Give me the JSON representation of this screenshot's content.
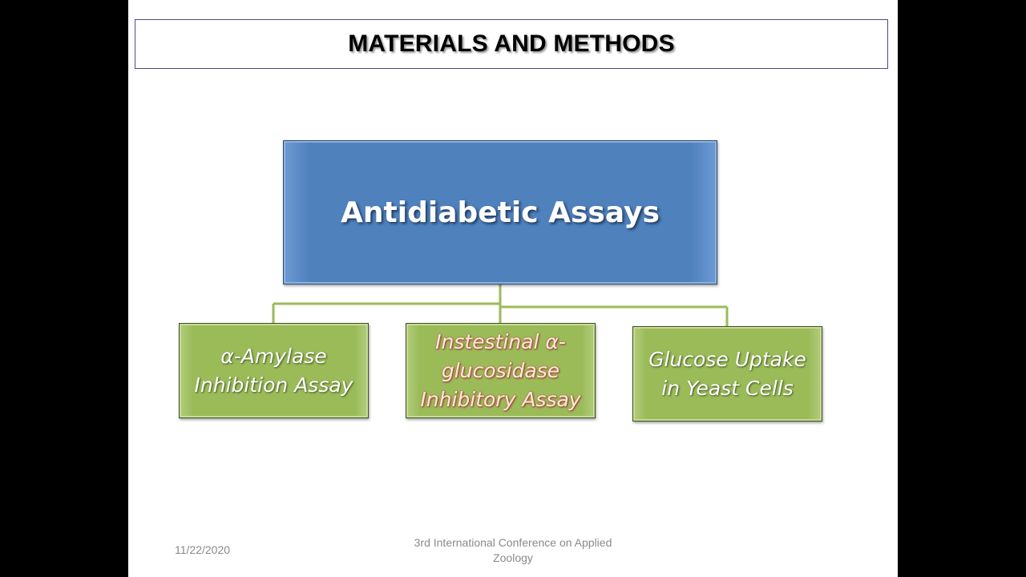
{
  "slide": {
    "title": "MATERIALS AND METHODS",
    "diagram": {
      "root": "Antidiabetic Assays",
      "children": [
        "α-Amylase Inhibition Assay",
        "Instestinal α-glucosidase Inhibitory Assay",
        "Glucose Uptake in Yeast Cells"
      ]
    },
    "footer": {
      "date": "11/22/2020",
      "conference": "3rd International Conference on Applied Zoology"
    }
  },
  "colors": {
    "root_fill": "#4f81bd",
    "child_fill": "#9bbb59",
    "connector": "#9bbb59"
  }
}
